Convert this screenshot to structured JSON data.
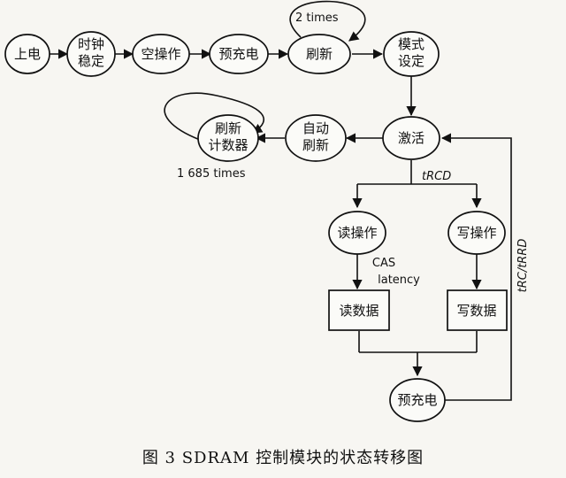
{
  "nodes": {
    "power_on": [
      "上电"
    ],
    "clock_stable": [
      "时钟",
      "稳定"
    ],
    "nop": [
      "空操作"
    ],
    "precharge_top": [
      "预充电"
    ],
    "refresh_top": [
      "刷新"
    ],
    "mode_set": [
      "模式",
      "设定"
    ],
    "refresh_counter": [
      "刷新",
      "计数器"
    ],
    "auto_refresh": [
      "自动",
      "刷新"
    ],
    "activate": [
      "激活"
    ],
    "read_op": [
      "读操作"
    ],
    "write_op": [
      "写操作"
    ],
    "read_data": [
      "读数据"
    ],
    "write_data": [
      "写数据"
    ],
    "precharge_bottom": [
      "预充电"
    ]
  },
  "labels": {
    "two_times": "2 times",
    "times_1685": "1 685 times",
    "trcd": "tRCD",
    "cas": [
      "CAS",
      "latency"
    ],
    "trc_trrd": "tRC/tRRD"
  },
  "caption": "图 3   SDRAM 控制模块的状态转移图"
}
